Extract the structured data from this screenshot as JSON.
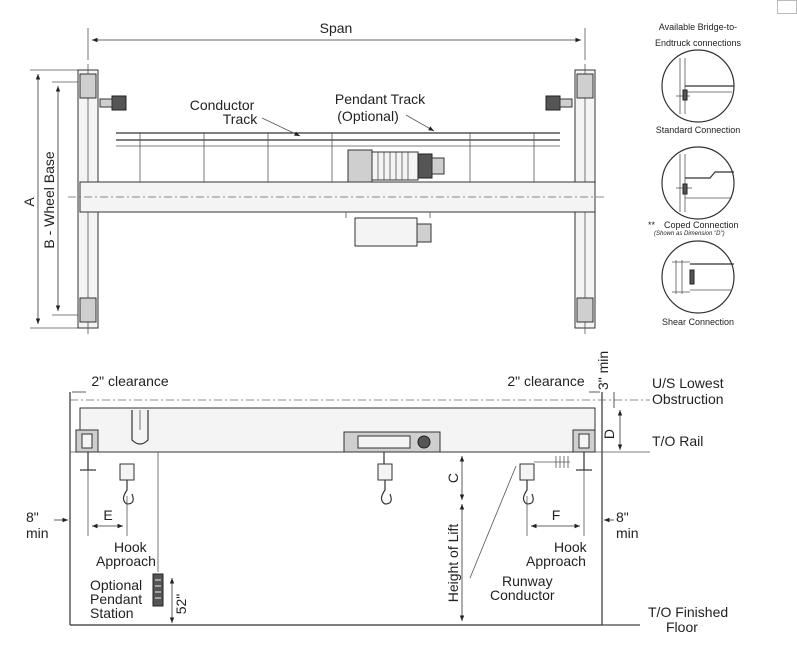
{
  "top_view": {
    "span": "Span",
    "dim_a": "A",
    "wheel_base": "B - Wheel Base",
    "conductor_track_line1": "Conductor",
    "conductor_track_line2": "Track",
    "pendant_track_line1": "Pendant Track",
    "pendant_track_line2": "(Optional)"
  },
  "connections": {
    "title_line1": "Available Bridge-to-",
    "title_line2": "Endtruck connections",
    "standard": "Standard Connection",
    "coped_prefix": "**",
    "coped": "Coped Connection",
    "coped_note": "(Shown as Dimension \"D\")",
    "shear": "Shear Connection"
  },
  "side_view": {
    "clearance_left": "2\" clearance",
    "clearance_right": "2\" clearance",
    "top_min": "3\" min",
    "us_lowest_line1": "U/S Lowest",
    "us_lowest_line2": "Obstruction",
    "dim_d": "D",
    "to_rail": "T/O Rail",
    "dim_c": "C",
    "left_min_value": "8\"",
    "left_min_word": "min",
    "right_min_value": "8\"",
    "right_min_word": "min",
    "dim_e": "E",
    "dim_f": "F",
    "hook_left_line1": "Hook",
    "hook_left_line2": "Approach",
    "hook_right_line1": "Hook",
    "hook_right_line2": "Approach",
    "height_of_lift": "Height of Lift",
    "runway_line1": "Runway",
    "runway_line2": "Conductor",
    "pendant_line1": "Optional",
    "pendant_line2": "Pendant",
    "pendant_line3": "Station",
    "pendant_height": "52\"",
    "floor_line1": "T/O Finished",
    "floor_line2": "Floor"
  }
}
